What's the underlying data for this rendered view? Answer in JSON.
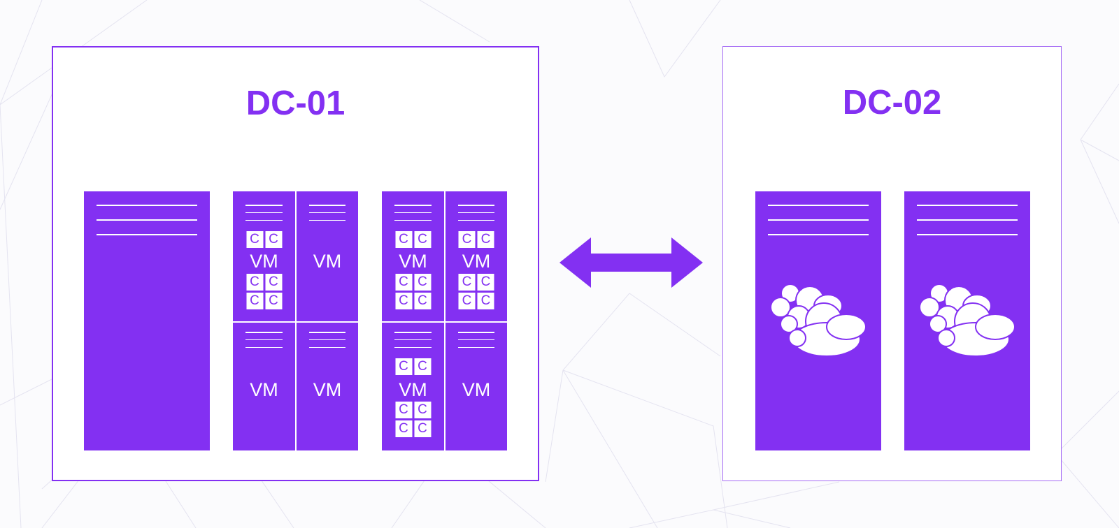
{
  "colors": {
    "accent": "#8330f2",
    "background": "#fbfbfd",
    "panel": "#ffffff"
  },
  "datacenters": [
    {
      "title": "DC-01",
      "racks": [
        {
          "type": "plain"
        },
        {
          "type": "vm-grid",
          "cells": [
            {
              "label": "VM",
              "containers_top": [
                "C",
                "C"
              ],
              "containers_bottom": [
                "C",
                "C",
                "C",
                "C"
              ]
            },
            {
              "label": "VM"
            },
            {
              "label": "VM"
            },
            {
              "label": "VM"
            }
          ]
        },
        {
          "type": "vm-grid",
          "cells": [
            {
              "label": "VM",
              "containers_top": [
                "C",
                "C"
              ],
              "containers_bottom": [
                "C",
                "C",
                "C",
                "C"
              ]
            },
            {
              "label": "VM",
              "containers_top": [
                "C",
                "C"
              ],
              "containers_bottom": [
                "C",
                "C",
                "C",
                "C"
              ]
            },
            {
              "label": "VM",
              "containers_top": [
                "C",
                "C"
              ],
              "containers_bottom": [
                "C",
                "C",
                "C",
                "C"
              ]
            },
            {
              "label": "VM"
            }
          ]
        }
      ]
    },
    {
      "title": "DC-02",
      "racks": [
        {
          "type": "cloud",
          "icon": "cloud-icon"
        },
        {
          "type": "cloud",
          "icon": "cloud-icon"
        }
      ]
    }
  ],
  "connector": {
    "icon": "double-arrow-icon"
  }
}
